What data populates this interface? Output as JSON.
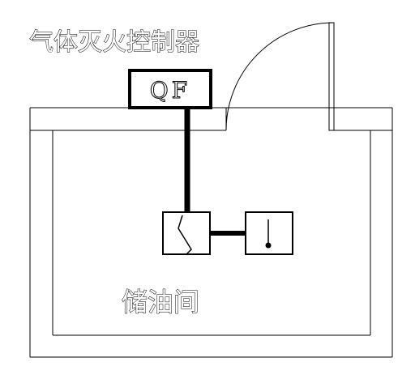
{
  "labels": {
    "controller_title": "气体灭火控制器",
    "controller_code": "QF",
    "room_name": "储油间"
  },
  "colors": {
    "line": "#000000",
    "background": "#ffffff"
  },
  "devices": [
    {
      "icon": "controller-box-icon",
      "text": "QF"
    },
    {
      "icon": "zigzag-detector-icon"
    },
    {
      "icon": "manual-switch-icon"
    }
  ]
}
